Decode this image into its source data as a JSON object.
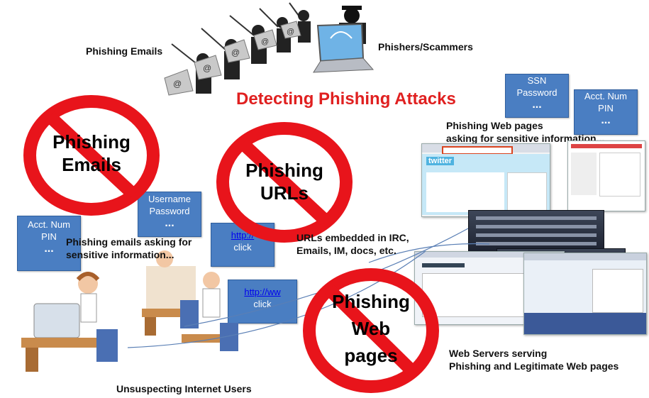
{
  "title": "Detecting Phishing Attacks",
  "labels": {
    "phishing_emails": "Phishing Emails",
    "phishers": "Phishers/Scammers",
    "web_pages_l1": "Phishing Web pages",
    "web_pages_l2": "asking for sensitive information...",
    "emails_asking_l1": "Phishing emails asking for",
    "emails_asking_l2": "sensitive information...",
    "urls_l1": "URLs embedded in IRC,",
    "urls_l2": "Emails, IM, docs, etc.",
    "servers_l1": "Web Servers serving",
    "servers_l2": "Phishing and Legitimate Web pages",
    "users": "Unsuspecting Internet Users"
  },
  "bans": {
    "emails_l1": "Phishing",
    "emails_l2": "Emails",
    "urls_l1": "Phishing",
    "urls_l2": "URLs",
    "pages_l1": "Phishing",
    "pages_l2": "Web",
    "pages_l3": "pages"
  },
  "notes": {
    "ssn_l1": "SSN",
    "ssn_l2": "Password",
    "ssn_l3": "...",
    "acct_top_l1": "Acct. Num",
    "acct_top_l2": "PIN",
    "acct_top_l3": "...",
    "user_l1": "Username",
    "user_l2": "Password",
    "user_l3": "...",
    "acct_left_l1": "Acct. Num",
    "acct_left_l2": "PIN",
    "acct_left_l3": "...",
    "link1_l1": "http://",
    "link1_l2": "click",
    "link2_l1": "http://ww",
    "link2_l2": "click"
  },
  "screens": {
    "twitter_logo": "twitter"
  },
  "colors": {
    "ban_red": "#e8141b",
    "title_red": "#e02020",
    "note_blue": "#4a7ec2"
  }
}
